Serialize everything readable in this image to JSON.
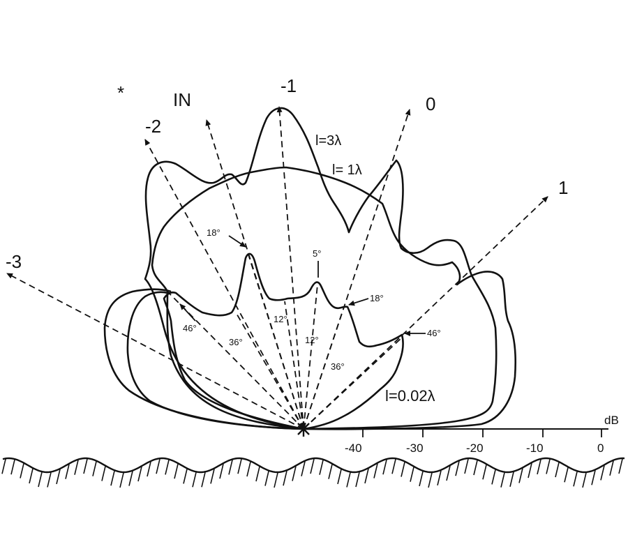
{
  "orders": {
    "m3": "-3",
    "m2": "-2",
    "incident": "IN",
    "m1": "-1",
    "zero": "0",
    "p1": "1"
  },
  "curves": {
    "l3": "l=3λ",
    "l1": "l= 1λ",
    "l002": "l=0.02λ"
  },
  "angles": {
    "a18_left": "18°",
    "a5": "5°",
    "a18_right": "18°",
    "a46_left": "46°",
    "a36_left": "36°",
    "a12_upper": "12°",
    "a12_lower": "12°",
    "a36_right": "36°",
    "a46_right": "46°"
  },
  "scale": {
    "unit": "dB",
    "ticks": [
      "-40",
      "-30",
      "-20",
      "-10",
      "0"
    ]
  },
  "mark": "*"
}
